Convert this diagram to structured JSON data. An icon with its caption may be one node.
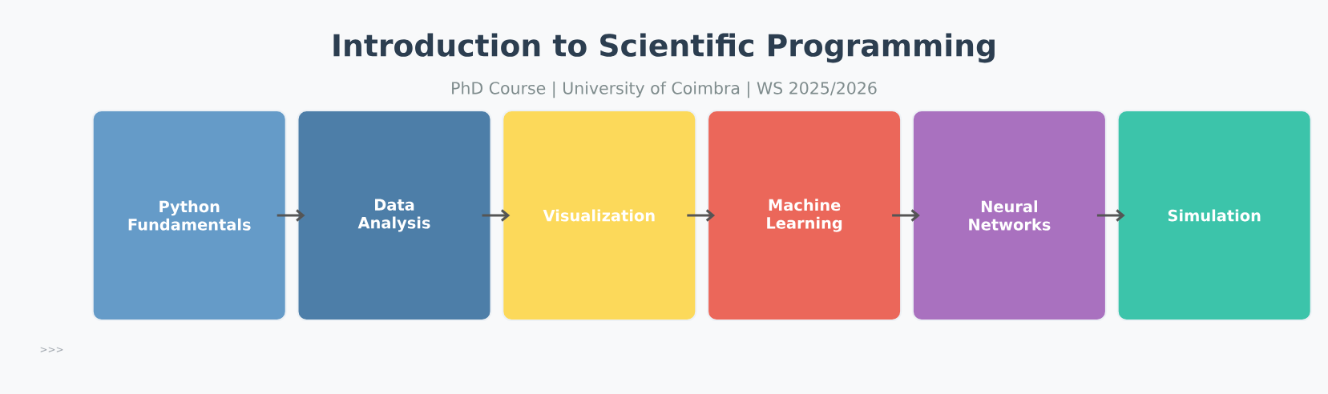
{
  "diagram": {
    "title": "Introduction to Scientific Programming",
    "nodes": [
      {
        "text": [
          "Python Fundamentals"
        ]
      },
      {
        "text": [
          "Data Analysis"
        ]
      },
      {
        "text": [
          "Visualization"
        ]
      },
      {
        "text": [
          "Machine Learning"
        ]
      },
      {
        "text": [
          "Neural Networks"
        ]
      },
      {
        "text": [
          "Simulation"
        ]
      }
    ],
    "edges": [
      {
        "from": 0,
        "to": 1,
        "arrow": "to"
      },
      {
        "from": 1,
        "to": 2,
        "arrow": "to"
      },
      {
        "from": 2,
        "to": 3,
        "arrow": "to"
      },
      {
        "from": 3,
        "to": 4,
        "arrow": "to"
      },
      {
        "from": 4,
        "to": 5,
        "arrow": "to"
      }
    ],
    "labels": [
      "PhD Course | University of Coimbra | WS 2025/2026",
      ">>>"
    ]
  }
}
